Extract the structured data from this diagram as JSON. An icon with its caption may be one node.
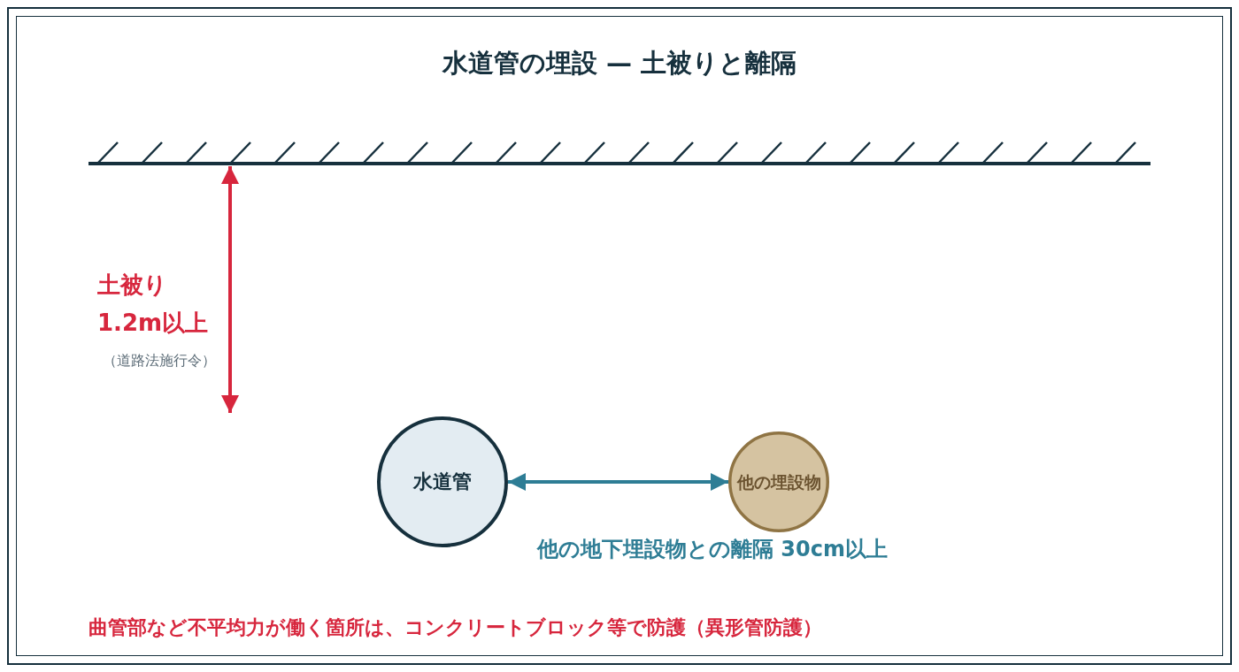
{
  "diagram": {
    "title": "水道管の埋設 — 土被りと離隔",
    "nodes": [
      {
        "text": [
          "水道管"
        ]
      },
      {
        "text": [
          "他の埋設物"
        ]
      }
    ],
    "edges": [
      {
        "from": 0,
        "to": 1,
        "arrow": "both",
        "label": "他の地下埋設物との離隔 30cm以上",
        "color": "#2e7d95"
      }
    ],
    "labels": [
      "土被り",
      "1.2m以上",
      "（道路法施行令）",
      "曲管部など不平均力が働く箇所は、コンクリートブロック等で防護（異形管防護）"
    ]
  }
}
